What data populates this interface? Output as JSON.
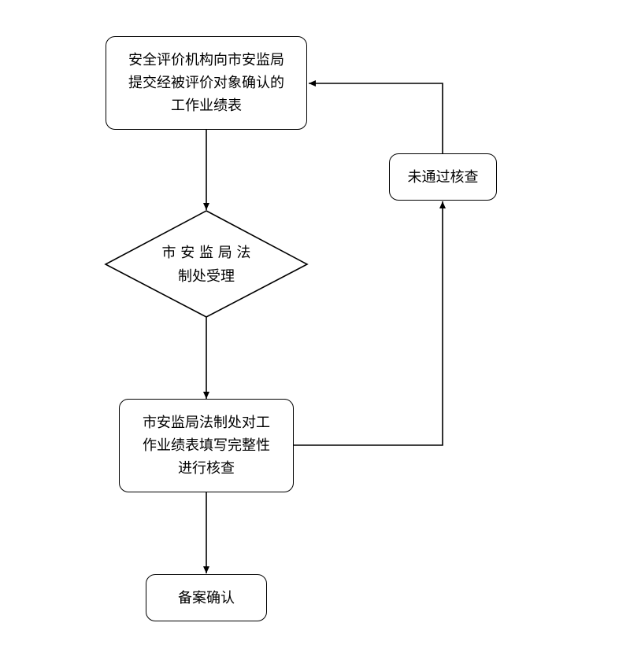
{
  "diagram": {
    "type": "flowchart",
    "nodes": {
      "submit": {
        "lines": [
          "安全评价机构向市安监局",
          "提交经被评价对象确认的",
          "工作业绩表"
        ]
      },
      "accept": {
        "lines": [
          "市 安 监 局 法",
          "制处受理"
        ]
      },
      "check": {
        "lines": [
          "市安监局法制处对工",
          "作业绩表填写完整性",
          "进行核查"
        ]
      },
      "failed": {
        "lines": [
          "未通过核查"
        ]
      },
      "confirm": {
        "lines": [
          "备案确认"
        ]
      }
    },
    "edges": [
      {
        "from": "submit",
        "to": "accept"
      },
      {
        "from": "accept",
        "to": "check"
      },
      {
        "from": "check",
        "to": "confirm"
      },
      {
        "from": "check",
        "to": "failed"
      },
      {
        "from": "failed",
        "to": "submit"
      }
    ],
    "colors": {
      "stroke": "#000000",
      "fill": "#ffffff",
      "background": "#ffffff"
    }
  }
}
